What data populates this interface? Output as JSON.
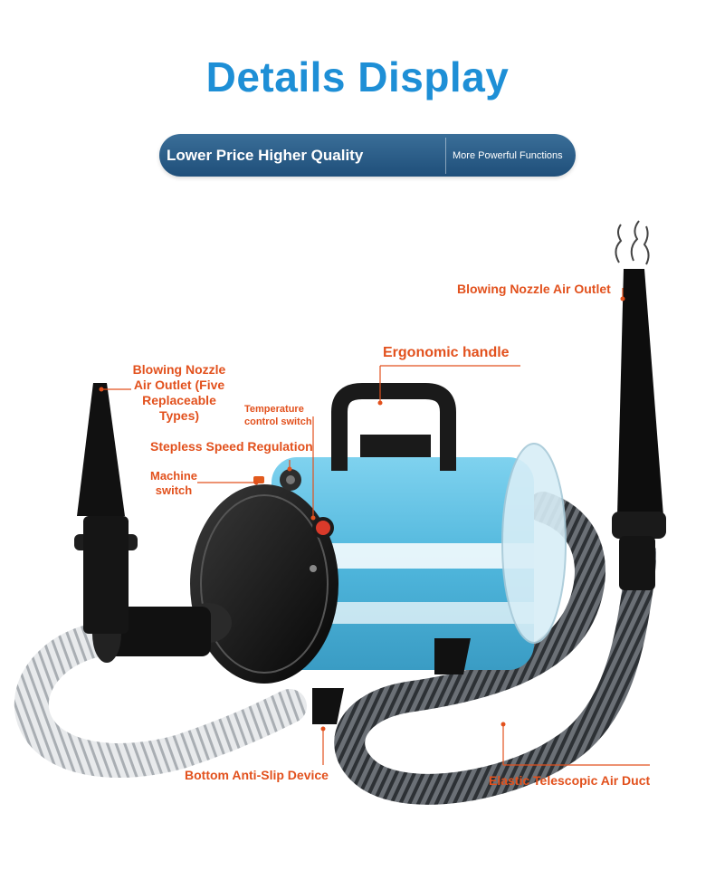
{
  "header": {
    "title": "Details Display",
    "banner_left": "Lower Price Higher Quality",
    "banner_right": "More Powerful Functions"
  },
  "colors": {
    "title_blue": "#1e8fd6",
    "banner_blue": "#2a5d88",
    "label_orange": "#e2511d",
    "dryer_body": "#5cbfe2",
    "hose_gray": "#5a5e63"
  },
  "product": {
    "name_icon": "pet-hair-dryer"
  },
  "callouts": {
    "top_nozzle": "Blowing Nozzle Air Outlet",
    "handle": "Ergonomic handle",
    "left_nozzle_l1": "Blowing Nozzle",
    "left_nozzle_l2": "Air Outlet (Five",
    "left_nozzle_l3": "Replaceable",
    "left_nozzle_l4": "Types)",
    "temp_l1": "Temperature",
    "temp_l2": "control switch",
    "speed": "Stepless Speed Regulation",
    "machine_l1": "Machine",
    "machine_l2": "switch",
    "bottom": "Bottom Anti-Slip Device",
    "duct": "Elastic Telescopic Air Duct"
  }
}
